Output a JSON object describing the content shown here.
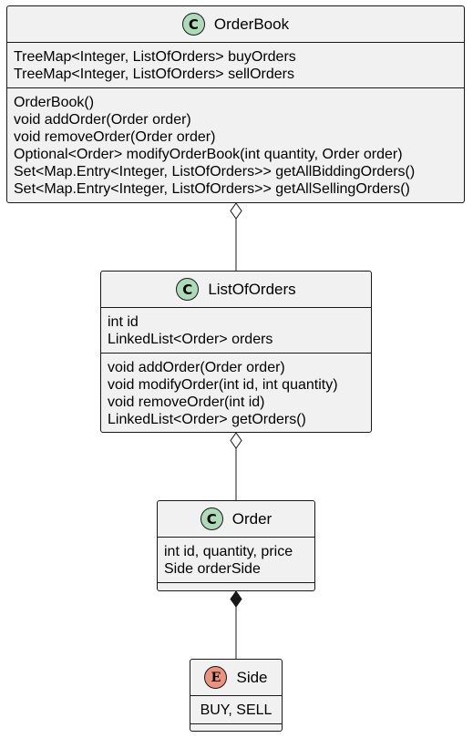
{
  "classes": {
    "orderbook": {
      "stereotype_letter": "C",
      "name": "OrderBook",
      "fields": [
        "TreeMap<Integer, ListOfOrders> buyOrders",
        "TreeMap<Integer, ListOfOrders> sellOrders"
      ],
      "methods": [
        "OrderBook()",
        "void addOrder(Order order)",
        "void removeOrder(Order order)",
        "Optional<Order> modifyOrderBook(int quantity, Order order)",
        "Set<Map.Entry<Integer, ListOfOrders>> getAllBiddingOrders()",
        "Set<Map.Entry<Integer, ListOfOrders>> getAllSellingOrders()"
      ]
    },
    "listoforders": {
      "stereotype_letter": "C",
      "name": "ListOfOrders",
      "fields": [
        "int id",
        "LinkedList<Order> orders"
      ],
      "methods": [
        "void addOrder(Order order)",
        "void modifyOrder(int id, int quantity)",
        "void removeOrder(int id)",
        "LinkedList<Order> getOrders()"
      ]
    },
    "order": {
      "stereotype_letter": "C",
      "name": "Order",
      "fields": [
        "int id, quantity, price",
        "Side orderSide"
      ],
      "methods": []
    },
    "side": {
      "stereotype_letter": "E",
      "name": "Side",
      "fields": [
        "BUY, SELL"
      ],
      "methods": []
    }
  },
  "relations": [
    {
      "from": "orderbook",
      "to": "listoforders",
      "kind": "aggregation"
    },
    {
      "from": "listoforders",
      "to": "order",
      "kind": "aggregation"
    },
    {
      "from": "order",
      "to": "side",
      "kind": "composition"
    }
  ],
  "colors": {
    "box_fill": "#f1f1f1",
    "border": "#181818",
    "class_badge": "#addbb8",
    "enum_badge": "#eb937f"
  }
}
